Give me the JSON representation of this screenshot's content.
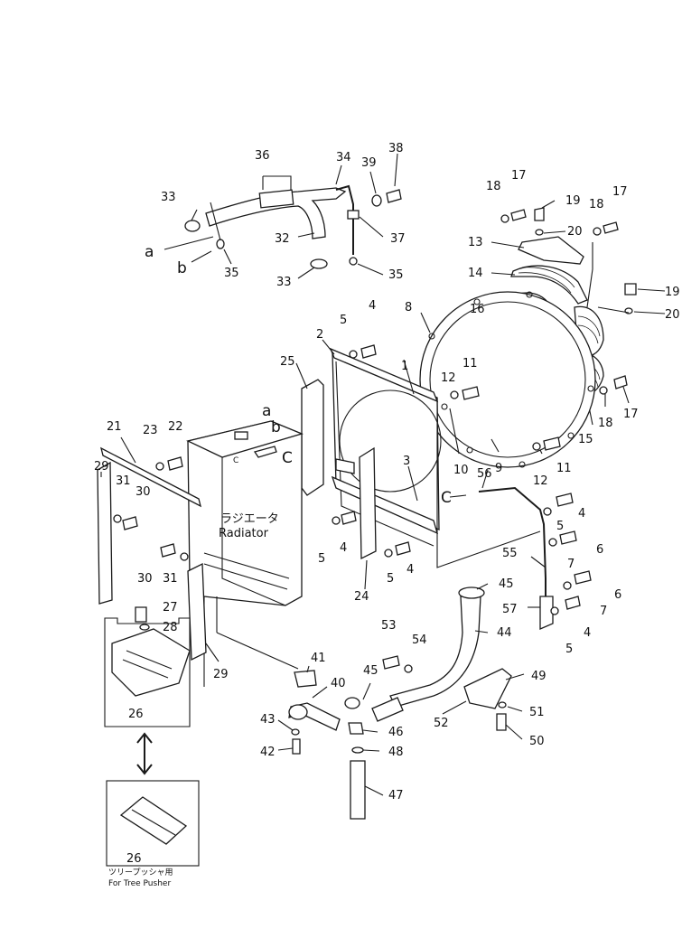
{
  "labels": {
    "radiator_jp": "ラジエータ",
    "radiator_en": "Radiator",
    "tree_pusher_jp": "ツリープッシャ用",
    "tree_pusher_en": "For Tree Pusher",
    "ref_a": "a",
    "ref_b": "b",
    "ref_c": "C"
  },
  "callouts": [
    "1",
    "2",
    "3",
    "4",
    "5",
    "6",
    "7",
    "8",
    "9",
    "10",
    "11",
    "12",
    "13",
    "14",
    "15",
    "16",
    "17",
    "18",
    "19",
    "20",
    "21",
    "22",
    "23",
    "24",
    "25",
    "26",
    "27",
    "28",
    "29",
    "30",
    "31",
    "32",
    "33",
    "34",
    "35",
    "36",
    "37",
    "38",
    "39",
    "40",
    "41",
    "42",
    "43",
    "44",
    "45",
    "46",
    "47",
    "48",
    "49",
    "50",
    "51",
    "52",
    "53",
    "54",
    "55",
    "56",
    "57"
  ]
}
